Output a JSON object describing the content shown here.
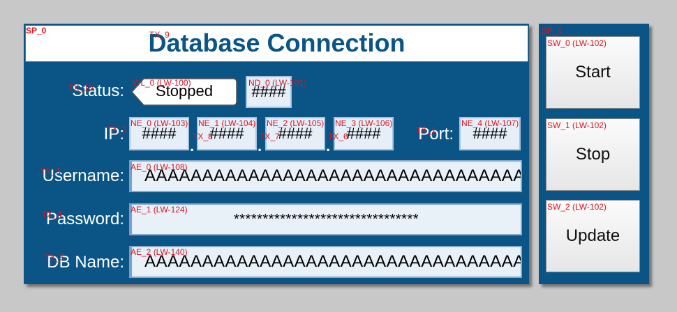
{
  "title": "Database Connection",
  "tags": {
    "sp_left": "SP_0",
    "sp_right": "SP_1",
    "title_tag": "TX_9",
    "status_tag": "TX_10",
    "ip_tag": "TX_2",
    "port_tag": "TX_1",
    "dot1_tag": "TX_8",
    "dot2_tag": "TX_7",
    "dot3_tag": "TX_6",
    "username_tag": "TX_3",
    "password_tag": "TX_4",
    "dbname_tag": "TX_5",
    "status_wl": "WL_0 (LW-100)",
    "status_nd": "ND_0 (LW-101)",
    "ne0": "NE_0 (LW-103)",
    "ne1": "NE_1 (LW-104)",
    "ne2": "NE_2 (LW-105)",
    "ne3": "NE_3 (LW-106)",
    "ne4": "NE_4 (LW-107)",
    "ae0": "AE_0 (LW-108)",
    "ae1": "AE_1 (LW-124)",
    "ae2": "AE_2 (LW-140)",
    "sw0": "SW_0 (LW-102)",
    "sw1": "SW_1 (LW-102)",
    "sw2": "SW_2 (LW-102)"
  },
  "labels": {
    "status": "Status:",
    "ip": "IP:",
    "port": "Port:",
    "username": "Username:",
    "password": "Password:",
    "dbname": "DB Name:"
  },
  "status": {
    "text": "Stopped",
    "code": "####"
  },
  "ip_octets": [
    "####",
    "####",
    "####",
    "####"
  ],
  "ip_separator": ".",
  "port": "####",
  "username": "AAAAAAAAAAAAAAAAAAAAAAAAAAAAAAAAA",
  "password": "********************************",
  "dbname": "AAAAAAAAAAAAAAAAAAAAAAAAAAAAAAAAA",
  "buttons": {
    "start": "Start",
    "stop": "Stop",
    "update": "Update"
  },
  "colors": {
    "panel": "#0a5586",
    "title_text": "#0a5586",
    "tag": "#e0141e",
    "field_bg": "#e8f0f8"
  }
}
